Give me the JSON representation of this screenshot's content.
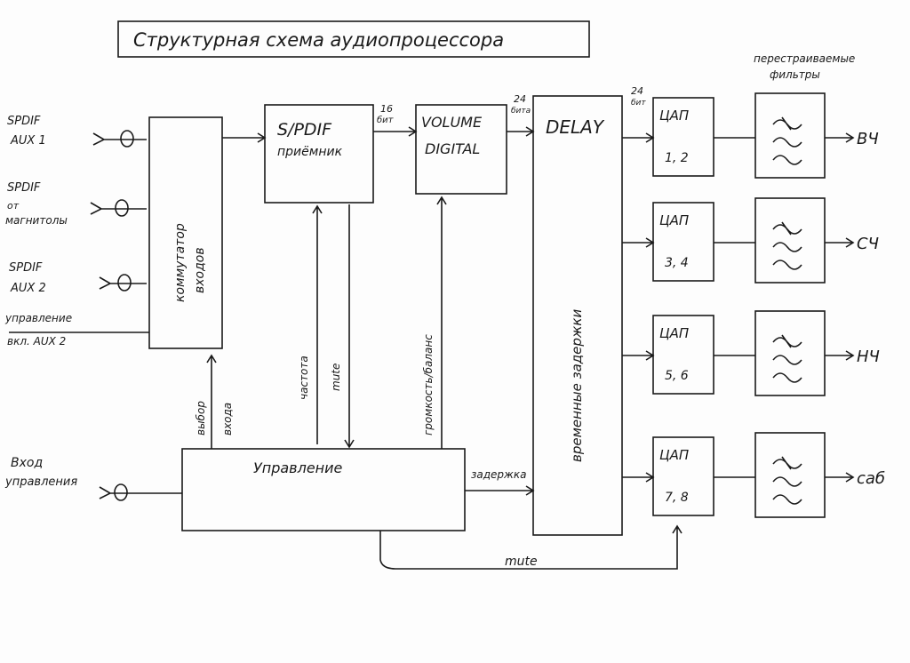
{
  "title": "Структурная схема аудиопроцессора",
  "inputs": {
    "aux1": [
      "SPDIF",
      "AUX 1"
    ],
    "radio": [
      "SPDIF",
      "от",
      "магнитолы"
    ],
    "aux2": [
      "SPDIF",
      "AUX 2"
    ],
    "aux2_ctrl": [
      "управление",
      "вкл. AUX 2"
    ],
    "control": [
      "Вход",
      "управления"
    ]
  },
  "blocks": {
    "switch": [
      "коммутатор",
      "входов"
    ],
    "receiver": [
      "S/PDIF",
      "приёмник"
    ],
    "volume": [
      "VOLUME",
      "DIGITAL"
    ],
    "delay": "DELAY",
    "delay_sub": "временные задержки",
    "control": "Управление",
    "dac_label": "ЦАП",
    "dacs": [
      "1, 2",
      "3, 4",
      "5, 6",
      "7, 8"
    ]
  },
  "bits": {
    "b16": [
      "16",
      "бит"
    ],
    "b24a": [
      "24",
      "бита"
    ],
    "b24b": [
      "24",
      "бит"
    ]
  },
  "filters_header": [
    "перестраиваемые",
    "фильтры"
  ],
  "outputs": [
    "ВЧ",
    "СЧ",
    "НЧ",
    "саб"
  ],
  "signals": {
    "select": [
      "выбор",
      "входа"
    ],
    "freq": "частота",
    "mute1": "mute",
    "volume": "громкость/баланс",
    "delay": "задержка",
    "mute2": "mute"
  }
}
